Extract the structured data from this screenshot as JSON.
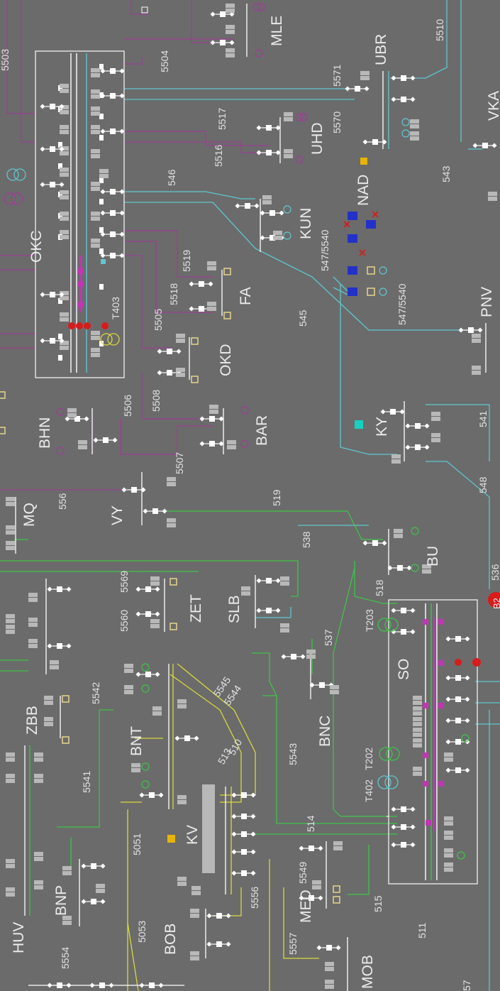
{
  "stations": [
    {
      "id": "OKC",
      "label": "OKC"
    },
    {
      "id": "MLE",
      "label": "MLE"
    },
    {
      "id": "UBR",
      "label": "UBR"
    },
    {
      "id": "UHD",
      "label": "UHD"
    },
    {
      "id": "KUN",
      "label": "KUN"
    },
    {
      "id": "NAD",
      "label": "NAD"
    },
    {
      "id": "FA",
      "label": "FA"
    },
    {
      "id": "OKD",
      "label": "OKD"
    },
    {
      "id": "PNV",
      "label": "PNV"
    },
    {
      "id": "BHN",
      "label": "BHN"
    },
    {
      "id": "BAR",
      "label": "BAR"
    },
    {
      "id": "KY",
      "label": "KY"
    },
    {
      "id": "VY",
      "label": "VY"
    },
    {
      "id": "MQ",
      "label": "MQ"
    },
    {
      "id": "BU",
      "label": "BU"
    },
    {
      "id": "ZET",
      "label": "ZET"
    },
    {
      "id": "SLB",
      "label": "SLB"
    },
    {
      "id": "SO",
      "label": "SO"
    },
    {
      "id": "BNC",
      "label": "BNC"
    },
    {
      "id": "ZBB",
      "label": "ZBB"
    },
    {
      "id": "BNT",
      "label": "BNT"
    },
    {
      "id": "KV",
      "label": "KV"
    },
    {
      "id": "BNP",
      "label": "BNP"
    },
    {
      "id": "HUV",
      "label": "HUV"
    },
    {
      "id": "BOB",
      "label": "BOB"
    },
    {
      "id": "MED",
      "label": "MED"
    },
    {
      "id": "MOB",
      "label": "MOB"
    },
    {
      "id": "VKA",
      "label": "VKA"
    },
    {
      "id": "B2",
      "label": "B2"
    }
  ],
  "lines": [
    {
      "id": "l5503",
      "label": "5503"
    },
    {
      "id": "l5504",
      "label": "5504"
    },
    {
      "id": "l5571",
      "label": "5571"
    },
    {
      "id": "l5510",
      "label": "5510"
    },
    {
      "id": "l5517",
      "label": "5517"
    },
    {
      "id": "l5570",
      "label": "5570"
    },
    {
      "id": "l5516",
      "label": "5516"
    },
    {
      "id": "l546",
      "label": "546"
    },
    {
      "id": "l543",
      "label": "543"
    },
    {
      "id": "l547_5540a",
      "label": "547/5540"
    },
    {
      "id": "l5519",
      "label": "5519"
    },
    {
      "id": "l5518",
      "label": "5518"
    },
    {
      "id": "l403",
      "label": "T403"
    },
    {
      "id": "l5505",
      "label": "5505"
    },
    {
      "id": "l545",
      "label": "545"
    },
    {
      "id": "l547_5540b",
      "label": "547/5540"
    },
    {
      "id": "l5508",
      "label": "5508"
    },
    {
      "id": "l5506",
      "label": "5506"
    },
    {
      "id": "l5507",
      "label": "5507"
    },
    {
      "id": "l541",
      "label": "541"
    },
    {
      "id": "l548",
      "label": "548"
    },
    {
      "id": "l556",
      "label": "556"
    },
    {
      "id": "l519",
      "label": "519"
    },
    {
      "id": "l538",
      "label": "538"
    },
    {
      "id": "l5569",
      "label": "5569"
    },
    {
      "id": "l5560",
      "label": "5560"
    },
    {
      "id": "l518",
      "label": "518"
    },
    {
      "id": "l536",
      "label": "536"
    },
    {
      "id": "lT203",
      "label": "T203"
    },
    {
      "id": "l537",
      "label": "537"
    },
    {
      "id": "l5545",
      "label": "5545"
    },
    {
      "id": "l5544",
      "label": "5544"
    },
    {
      "id": "l5542",
      "label": "5542"
    },
    {
      "id": "l5543",
      "label": "5543"
    },
    {
      "id": "l510",
      "label": "510"
    },
    {
      "id": "l513",
      "label": "513"
    },
    {
      "id": "lT402",
      "label": "T402"
    },
    {
      "id": "lT202",
      "label": "T202"
    },
    {
      "id": "l5541",
      "label": "5541"
    },
    {
      "id": "l514",
      "label": "514"
    },
    {
      "id": "l5051",
      "label": "5051"
    },
    {
      "id": "l5549",
      "label": "5549"
    },
    {
      "id": "l5556",
      "label": "5556"
    },
    {
      "id": "l515",
      "label": "515"
    },
    {
      "id": "l5053",
      "label": "5053"
    },
    {
      "id": "l5557",
      "label": "5557"
    },
    {
      "id": "l5554",
      "label": "5554"
    },
    {
      "id": "l511",
      "label": "511"
    },
    {
      "id": "l57",
      "label": "57"
    }
  ],
  "colors": {
    "background": "#6b6b6b",
    "cyan": "#5fc6d0",
    "purple": "#9b3f95",
    "green": "#3fc24a",
    "yellow": "#d9d93a",
    "white": "#f2f2f2",
    "alarm": "#d81b1b",
    "breaker_blue": "#2431c9"
  }
}
